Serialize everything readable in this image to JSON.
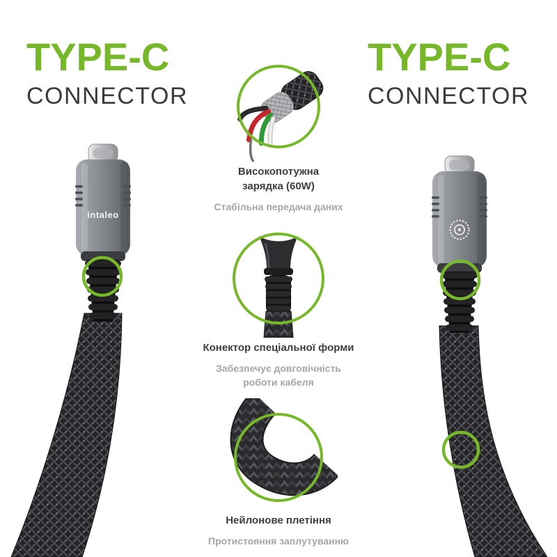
{
  "headers": {
    "left": {
      "title": "TYPE-C",
      "subtitle": "CONNECTOR"
    },
    "right": {
      "title": "TYPE-C",
      "subtitle": "CONNECTOR"
    }
  },
  "brand": "intaleo",
  "features": [
    {
      "title": "Високопотужна зарядка (60W)",
      "subtitle": "Стабільна передача даних"
    },
    {
      "title": "Конектор спеціальної форми",
      "subtitle": "Забезпечує довговічність роботи кабеля"
    },
    {
      "title": "Нейлонове плетіння",
      "subtitle": "Протистояння заплутуванню"
    }
  ],
  "colors": {
    "accent_green": "#76b82a",
    "heading_dark": "#3b3b3a",
    "muted_gray": "#a6a6a6",
    "cable_dark": "#242427"
  }
}
